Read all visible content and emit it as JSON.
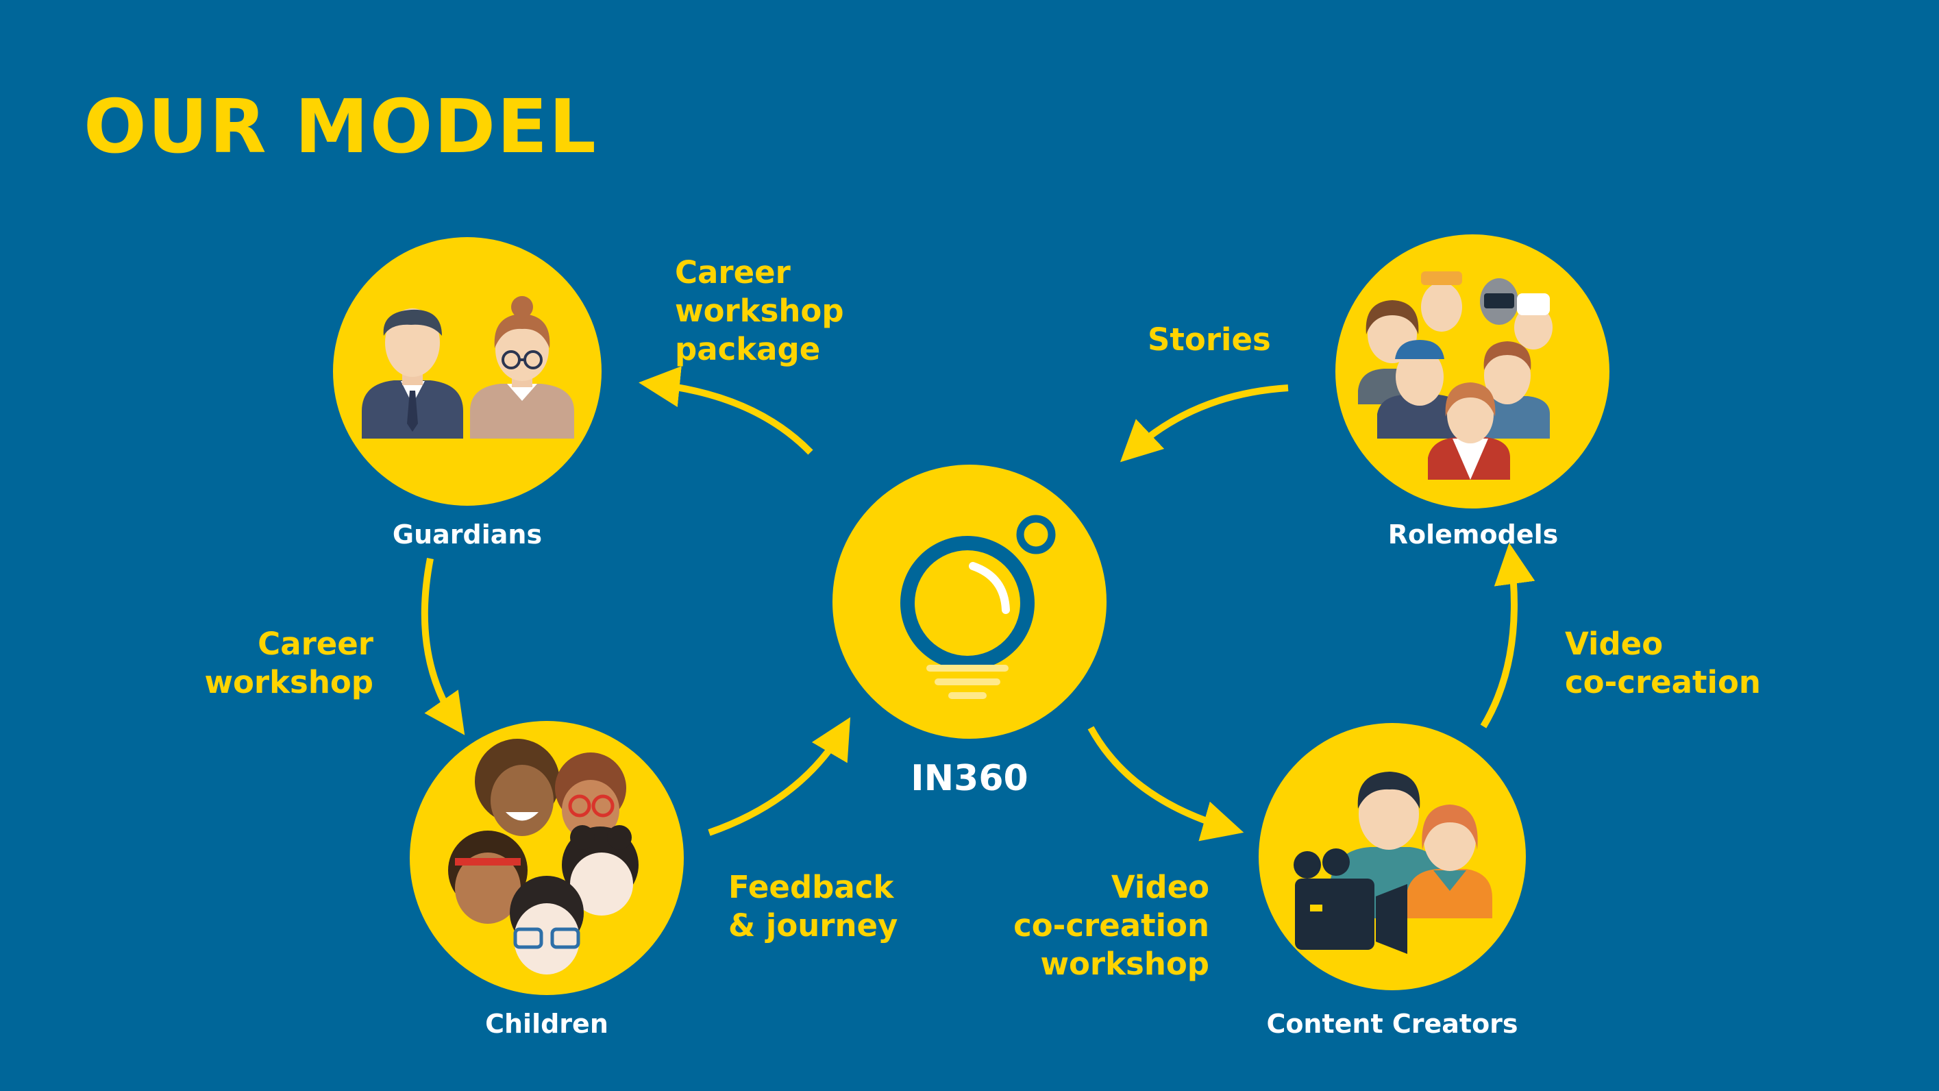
{
  "title": "OUR MODEL",
  "colors": {
    "background": "#006699",
    "accent": "#FFD400",
    "node_label": "#FFFFFF",
    "icon_dark": "#1D2B3A"
  },
  "center": {
    "label": "IN360",
    "icon": "lightbulb-icon"
  },
  "nodes": {
    "guardians": {
      "label": "Guardians",
      "icon": "guardians-icon"
    },
    "children": {
      "label": "Children",
      "icon": "children-icon"
    },
    "content_creators": {
      "label": "Content Creators",
      "icon": "content-creators-icon"
    },
    "rolemodels": {
      "label": "Rolemodels",
      "icon": "rolemodels-icon"
    }
  },
  "edges": {
    "in360_to_guardians": [
      "Career",
      "workshop",
      "package"
    ],
    "guardians_to_children": [
      "Career",
      "workshop"
    ],
    "children_to_in360": [
      "Feedback",
      "& journey"
    ],
    "in360_to_creators": [
      "Video",
      "co-creation",
      "workshop"
    ],
    "creators_to_rolemodels": [
      "Video",
      "co-creation"
    ],
    "rolemodels_to_in360": [
      "Stories"
    ]
  }
}
